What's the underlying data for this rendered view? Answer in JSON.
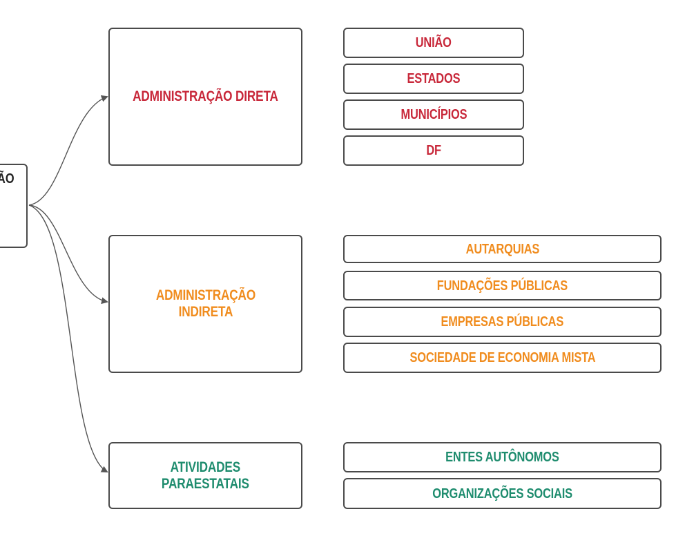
{
  "colors": {
    "direta": "#c8283a",
    "indireta": "#f08c1e",
    "paraestatais": "#1e8c6e",
    "border": "#4a4a4a",
    "connector": "#555555"
  },
  "root": {
    "label": "ÃO"
  },
  "categories": [
    {
      "title": "ADMINISTRAÇÃO DIRETA",
      "items": [
        "UNIÃO",
        "ESTADOS",
        "MUNICÍPIOS",
        "DF"
      ]
    },
    {
      "title": "ADMINISTRAÇÃO\nINDIRETA",
      "items": [
        "AUTARQUIAS",
        "FUNDAÇÕES PÚBLICAS",
        "EMPRESAS PÚBLICAS",
        "SOCIEDADE DE ECONOMIA MISTA"
      ]
    },
    {
      "title": "ATIVIDADES\nPARAESTATAIS",
      "items": [
        "ENTES AUTÔNOMOS",
        "ORGANIZAÇÕES SOCIAIS"
      ]
    }
  ]
}
